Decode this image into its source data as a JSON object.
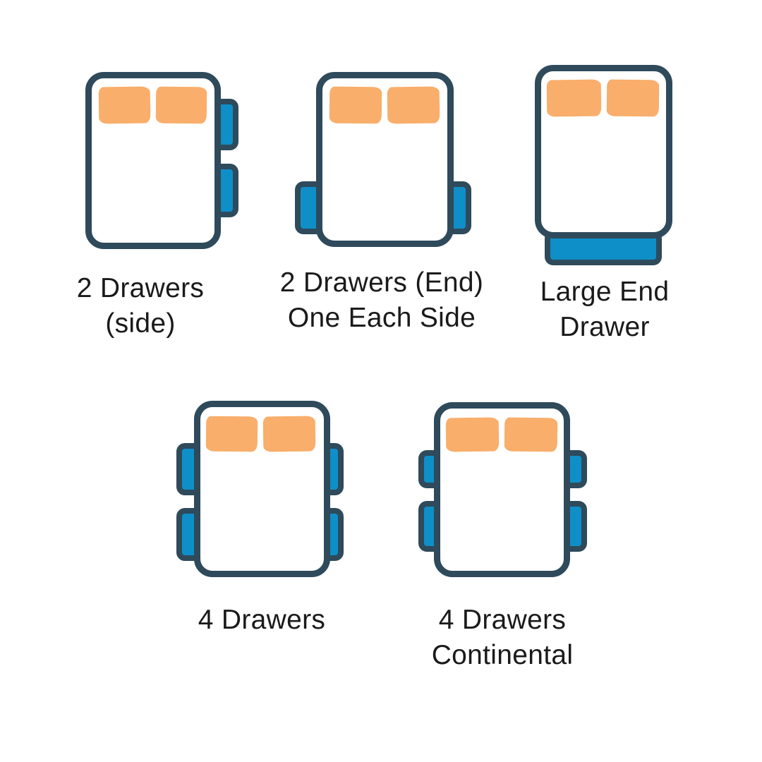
{
  "colors": {
    "outline": "#2E4A5B",
    "drawer_blue": "#0F8FC8",
    "pillow_orange": "#F9AE6B",
    "label_ink": "#1A1A1A",
    "page_bg": "#FFFFFF"
  },
  "figures": [
    {
      "id": "2-drawers-side",
      "label_lines": [
        "2 Drawers",
        "(side)"
      ],
      "drawers": {
        "count": 2,
        "placement": "right side, stacked"
      }
    },
    {
      "id": "2-drawers-end-one-each-side",
      "label_lines": [
        "2 Drawers (End)",
        "One Each Side"
      ],
      "drawers": {
        "count": 2,
        "placement": "one each side, near foot end"
      }
    },
    {
      "id": "large-end-drawer",
      "label_lines": [
        "Large End",
        "Drawer"
      ],
      "drawers": {
        "count": 1,
        "placement": "large drawer across foot end"
      }
    },
    {
      "id": "4-drawers",
      "label_lines": [
        "4 Drawers"
      ],
      "drawers": {
        "count": 4,
        "placement": "two each side, equal size"
      }
    },
    {
      "id": "4-drawers-continental",
      "label_lines": [
        "4 Drawers",
        "Continental"
      ],
      "drawers": {
        "count": 4,
        "placement": "two each side, shorter upper drawers"
      }
    }
  ]
}
